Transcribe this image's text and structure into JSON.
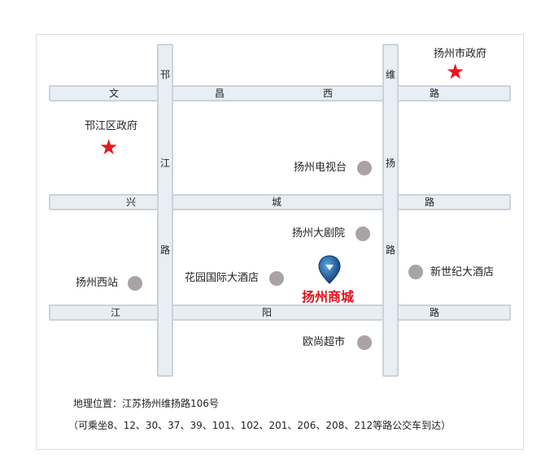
{
  "roads": {
    "wenchang": [
      "文",
      "昌",
      "西",
      "路"
    ],
    "xingcheng": [
      "兴",
      "城",
      "路"
    ],
    "jiangyang": [
      "江",
      "阳",
      "路"
    ],
    "hanjiang": [
      "邗",
      "江",
      "路"
    ],
    "weiyang": [
      "维",
      "扬",
      "路"
    ]
  },
  "landmarks": {
    "city_gov": "扬州市政府",
    "district_gov": "邗江区政府",
    "tv_station": "扬州电视台",
    "theatre": "扬州大剧院",
    "garden_hotel": "花园国际大酒店",
    "west_station": "扬州西站",
    "century_hotel": "新世纪大酒店",
    "supermarket": "欧尚超市",
    "destination": "扬州商城"
  },
  "footer": {
    "address": "地理位置：江苏扬州维扬路106号",
    "bus": "（可乘坐8、12、30、37、39、101、102、201、206、208、212等路公交车到达）"
  },
  "colors": {
    "star": "#e8161c",
    "destination_text": "#e0101a",
    "marker": "#1a5a9c",
    "road_fill": "#e8eef3",
    "road_border": "#c9d3db",
    "poi_dot": "#a9a3a5"
  },
  "icons": {
    "gov_marker": "star-icon",
    "poi_marker": "circle-icon",
    "destination_marker": "location-pin-icon"
  }
}
